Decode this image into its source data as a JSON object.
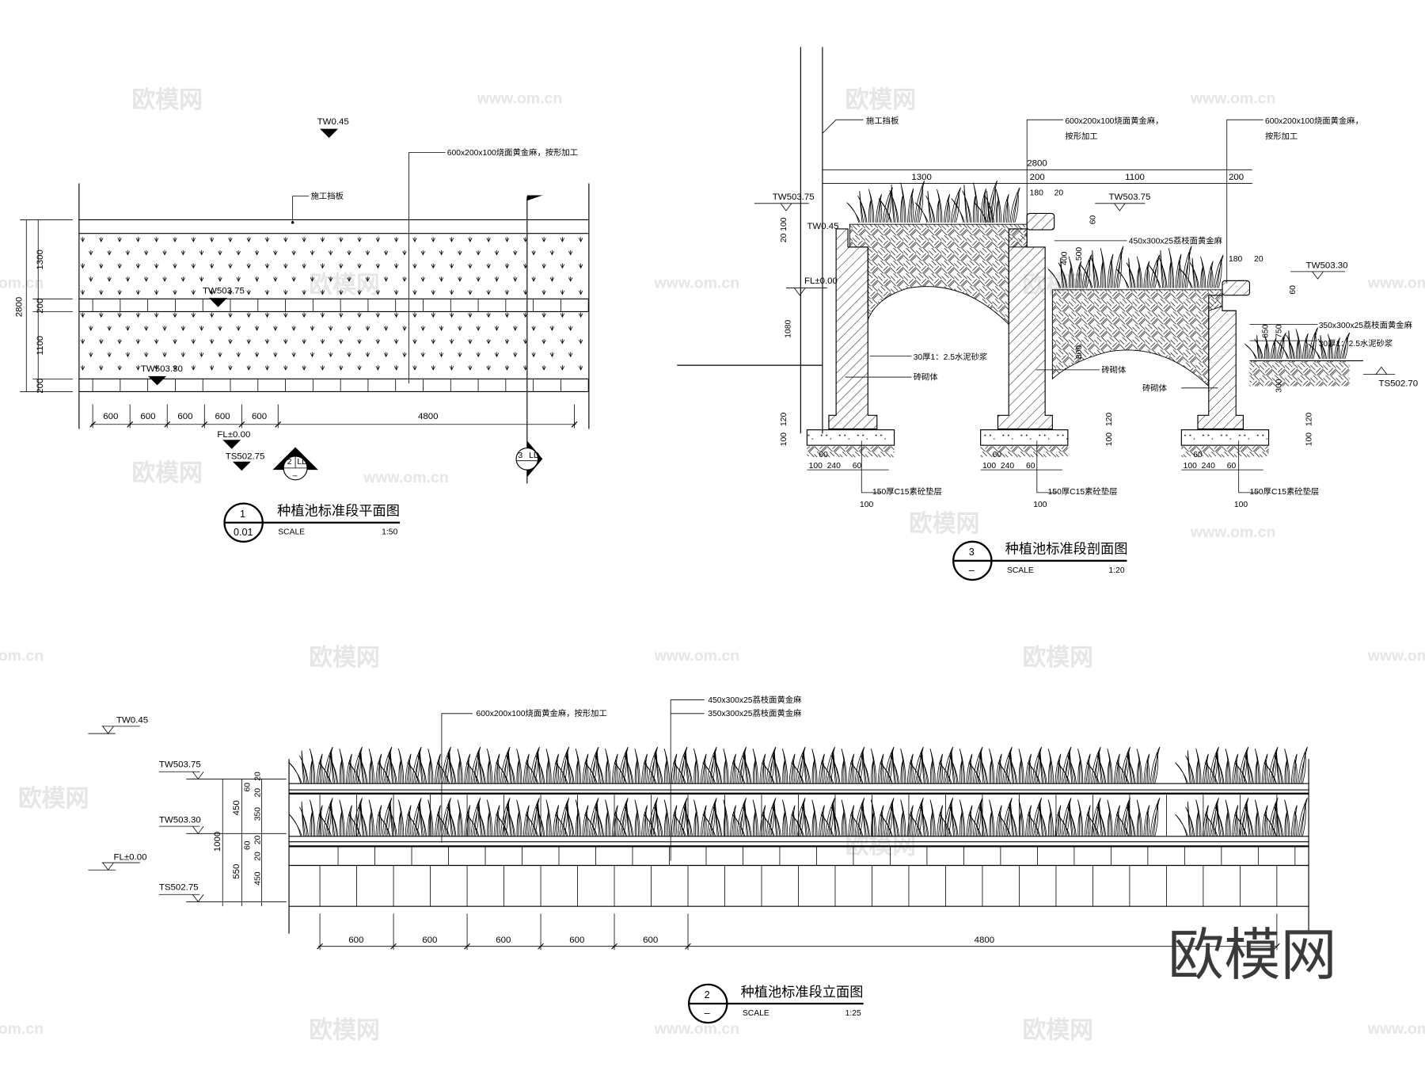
{
  "watermark": {
    "logo": "欧模网",
    "url": "www.om.cn",
    "url_short": "om.cn"
  },
  "plan": {
    "title": "种植池标准段平面图",
    "number": "1",
    "sheet": "0.01",
    "scale_label": "SCALE",
    "scale": "1:50",
    "note_stone": "600x200x100烧面黄金麻，按形加工",
    "note_board": "施工挡板",
    "levels": {
      "tw_top": "TW0.45",
      "tw1": "TW503.75",
      "tw2": "TW503.30",
      "fl": "FL±0.00",
      "ts": "TS502.75"
    },
    "dims_left": {
      "total": "2800",
      "a": "1300",
      "b": "200",
      "c": "1100",
      "d": "200"
    },
    "dims_bottom": [
      "600",
      "600",
      "600",
      "600",
      "600",
      "4800"
    ],
    "section_marks": [
      {
        "num": "2",
        "ref": "LD",
        "sub": "–"
      },
      {
        "num": "3",
        "ref": "LD",
        "sub": "–"
      }
    ]
  },
  "section": {
    "title": "种植池标准段剖面图",
    "number": "3",
    "sheet": "–",
    "scale_label": "SCALE",
    "scale": "1:20",
    "note_board": "施工挡板",
    "note_stone1": "600x200x100烧面黄金麻，",
    "note_stone1b": "按形加工",
    "note_stone2": "600x200x100烧面黄金麻，",
    "note_stone2b": "按形加工",
    "note_cladding1": "450x300x25荔枝面黄金麻",
    "note_cladding2": "350x300x25荔枝面黄金麻",
    "note_mortar": "30厚1：2.5水泥砂浆",
    "note_mortar2": "30厚1：2.5水泥砂浆",
    "note_brick": "砖砌体",
    "note_base": "150厚C15素砼垫层",
    "levels": {
      "tw1": "TW503.75",
      "tw_top": "TW0.45",
      "fl": "FL±0.00",
      "tw1b": "TW503.75",
      "tw2": "TW503.30",
      "ts": "TS502.70"
    },
    "dims_top": {
      "total": "2800",
      "a": "1300",
      "b": "200",
      "c": "1100",
      "d": "200"
    },
    "dims_misc": [
      "180",
      "20",
      "20",
      "60",
      "20",
      "500",
      "400",
      "180",
      "20",
      "20",
      "60",
      "750",
      "650",
      "300",
      "1080",
      "800",
      "100",
      "120",
      "100",
      "120",
      "100",
      "120",
      "60",
      "100",
      "240",
      "60",
      "100",
      "20 100",
      "120"
    ],
    "footing_dims": [
      "100",
      "240",
      "60",
      "60",
      "100"
    ]
  },
  "elevation": {
    "title": "种植池标准段立面图",
    "number": "2",
    "sheet": "–",
    "scale_label": "SCALE",
    "scale": "1:25",
    "note_stone": "600x200x100烧面黄金麻，按形加工",
    "note_cladding1": "450x300x25荔枝面黄金麻",
    "note_cladding2": "350x300x25荔枝面黄金麻",
    "levels": {
      "tw_top": "TW0.45",
      "tw1": "TW503.75",
      "tw2": "TW503.30",
      "fl": "FL±0.00",
      "ts": "TS502.75"
    },
    "dims_left": {
      "total": "1000",
      "upper": "450",
      "lower": "550",
      "a": "20",
      "b": "60",
      "c": "20",
      "d": "350",
      "e": "20",
      "f": "60",
      "g": "20",
      "h": "450"
    },
    "dims_bottom": [
      "600",
      "600",
      "600",
      "600",
      "600",
      "4800"
    ]
  }
}
